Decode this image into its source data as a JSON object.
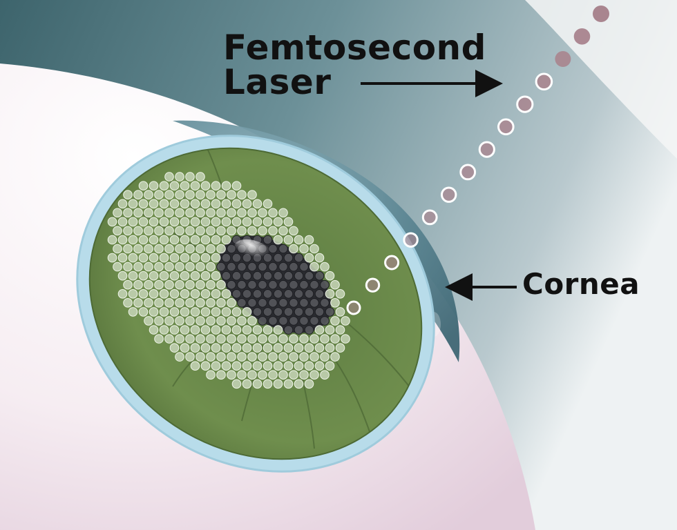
{
  "labels": {
    "laser_line1": "Femtosecond",
    "laser_line2": "Laser",
    "cornea": "Cornea"
  },
  "colors": {
    "sky_light": "#c7d3d8",
    "sky_dark": "#537880",
    "cornea_bulge": "#5b8592",
    "sclera": "#f7eff3",
    "sclera_shadow": "#e6d2de",
    "limbus": "#b5dbe9",
    "iris": "#6e8d4c",
    "iris_dark": "#4f6b36",
    "pupil": "#2b2c31",
    "laser_dot": "#a9858f",
    "laser_ring": "#ffffff",
    "bubble": "#c7d5b8",
    "arrow": "#111111"
  }
}
